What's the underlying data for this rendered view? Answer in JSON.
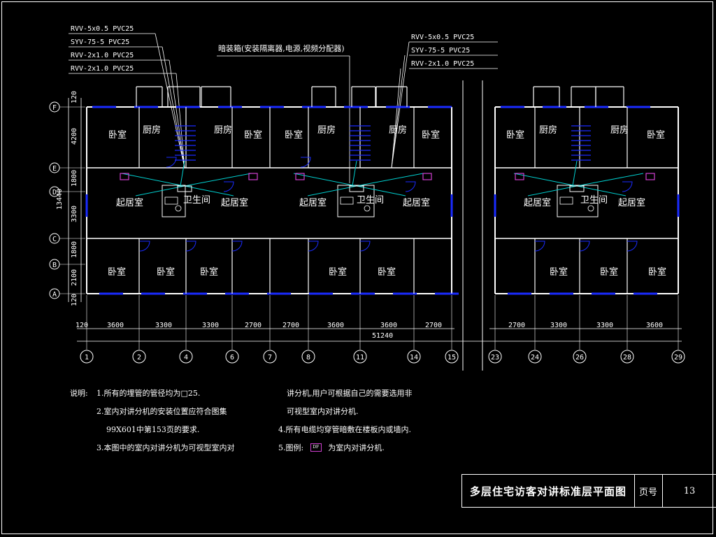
{
  "drawing": {
    "title": "多层住宅访客对讲标准层平面图",
    "page_label": "页号",
    "page_number": "13"
  },
  "cable_labels_left": [
    "RVV-5x0.5 PVC25",
    "SYV-75-5 PVC25",
    "RVV-2x1.0 PVC25",
    "RVV-2x1.0 PVC25"
  ],
  "cable_labels_right": [
    "RVV-5x0.5 PVC25",
    "SYV-75-5 PVC25",
    "RVV-2x1.0 PVC25"
  ],
  "box_label": "暗装箱(安装隔离器,电源,视频分配器)",
  "rooms": {
    "bedroom": "卧室",
    "kitchen": "厨房",
    "living": "起居室",
    "bathroom": "卫生间"
  },
  "axis_letters": [
    "F",
    "E",
    "D",
    "C",
    "B",
    "A"
  ],
  "left_dims": [
    "120",
    "4200",
    "1800",
    "3300",
    "1800",
    "2100",
    "120"
  ],
  "total_height": "13440",
  "bottom_dims_left": [
    "120",
    "3600",
    "3300",
    "3300",
    "2700",
    "2700",
    "3600",
    "3600",
    "2700"
  ],
  "bottom_dims_right": [
    "2700",
    "3300",
    "3300",
    "3600"
  ],
  "total_width": "51240",
  "axis_numbers_left": [
    "1",
    "2",
    "4",
    "6",
    "7",
    "8",
    "11",
    "14",
    "15"
  ],
  "axis_numbers_right": [
    "23",
    "24",
    "26",
    "28",
    "29"
  ],
  "intercom_mark": "DF",
  "notes": {
    "heading": "说明:",
    "n1": "1.所有的埋管的管径均为□25.",
    "n2a": "2.室内对讲分机的安装位置应符合图集",
    "n2b": "99X601中第153页的要求.",
    "n3": "3.本图中的室内对讲分机为可视型室内对",
    "n3b": "讲分机,用户可根据自己的需要选用非",
    "n3c": "可视型室内对讲分机.",
    "n4": "4.所有电缆均穿管暗敷在楼板内或墙内.",
    "n5": "5.图例:",
    "n5b": "为室内对讲分机."
  },
  "colors": {
    "background": "#000000",
    "wall": "#ffffff",
    "window": "#1a2bff",
    "cable": "#00d0d0",
    "intercom": "#d040d0"
  }
}
